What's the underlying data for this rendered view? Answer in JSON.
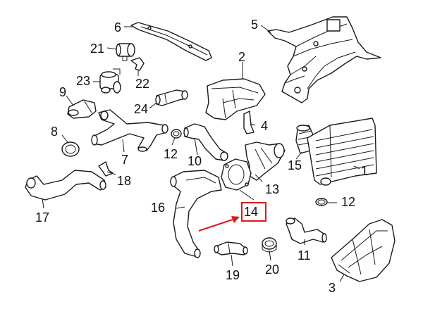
{
  "callouts": [
    {
      "id": "1",
      "text": "1"
    },
    {
      "id": "2",
      "text": "2"
    },
    {
      "id": "3",
      "text": "3"
    },
    {
      "id": "4",
      "text": "4"
    },
    {
      "id": "5",
      "text": "5"
    },
    {
      "id": "6",
      "text": "6"
    },
    {
      "id": "7",
      "text": "7"
    },
    {
      "id": "8",
      "text": "8"
    },
    {
      "id": "9",
      "text": "9"
    },
    {
      "id": "10",
      "text": "10"
    },
    {
      "id": "11",
      "text": "11"
    },
    {
      "id": "12a",
      "text": "12"
    },
    {
      "id": "12b",
      "text": "12"
    },
    {
      "id": "13",
      "text": "13"
    },
    {
      "id": "14",
      "text": "14"
    },
    {
      "id": "15",
      "text": "15"
    },
    {
      "id": "16",
      "text": "16"
    },
    {
      "id": "17",
      "text": "17"
    },
    {
      "id": "18",
      "text": "18"
    },
    {
      "id": "19",
      "text": "19"
    },
    {
      "id": "20",
      "text": "20"
    },
    {
      "id": "21",
      "text": "21"
    },
    {
      "id": "22",
      "text": "22"
    },
    {
      "id": "23",
      "text": "23"
    },
    {
      "id": "24",
      "text": "24"
    }
  ],
  "highlight": {
    "callout": "14",
    "color": "#e01818"
  },
  "colors": {
    "line": "#1a1a1a",
    "highlight": "#e01818",
    "background": "#ffffff"
  }
}
